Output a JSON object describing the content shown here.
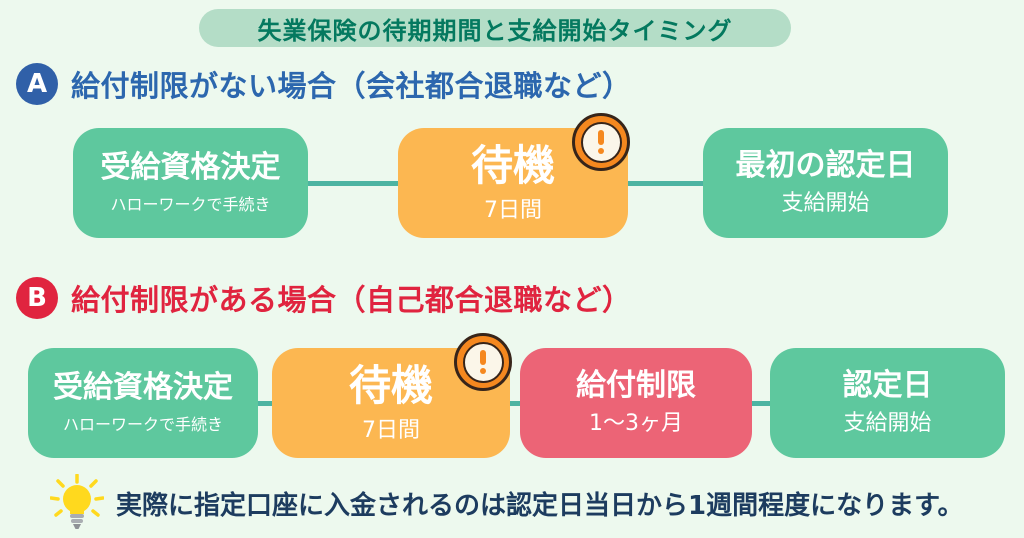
{
  "background": "#edf9ee",
  "connector_color": "#4db4a2",
  "title": {
    "text": "失業保険の待期期間と支給開始タイミング",
    "bg": "#b4ddc7",
    "text_color": "#04795f"
  },
  "sections": [
    {
      "letter": "A",
      "letter_bg": "#3060a8",
      "heading": "給付制限がない場合（会社都合退職など）",
      "heading_color": "#2c67ae",
      "steps": [
        {
          "title": "受給資格決定",
          "subtitle": "ハローワークで手続き",
          "color": "#5ec89e",
          "alert": false
        },
        {
          "title": "待機",
          "subtitle": "7日間",
          "color": "#fcb751",
          "alert": true,
          "alert_icon": "exclamation-icon"
        },
        {
          "title": "最初の認定日",
          "subtitle": "支給開始",
          "color": "#5ec89e",
          "alert": false
        }
      ]
    },
    {
      "letter": "B",
      "letter_bg": "#e0243f",
      "heading": "給付制限がある場合（自己都合退職など）",
      "heading_color": "#e0243f",
      "steps": [
        {
          "title": "受給資格決定",
          "subtitle": "ハローワークで手続き",
          "color": "#5ec89e",
          "alert": false
        },
        {
          "title": "待機",
          "subtitle": "7日間",
          "color": "#fcb751",
          "alert": true,
          "alert_icon": "exclamation-icon"
        },
        {
          "title": "給付制限",
          "subtitle": "1〜3ヶ月",
          "color": "#ec6476",
          "alert": false
        },
        {
          "title": "認定日",
          "subtitle": "支給開始",
          "color": "#5ec89e",
          "alert": false
        }
      ]
    }
  ],
  "note": {
    "icon": "lightbulb-icon",
    "text": "実際に指定口座に入金されるのは認定日当日から1週間程度になります。",
    "color": "#1d3c5f"
  },
  "alert_badge_colors": {
    "ring": "#f5881f",
    "fill": "#fbf6e9",
    "outline": "#37251a",
    "mark": "#f5881f"
  },
  "box_colors": {
    "green": "#5ec89e",
    "orange": "#fcb751",
    "red": "#ec6476"
  }
}
